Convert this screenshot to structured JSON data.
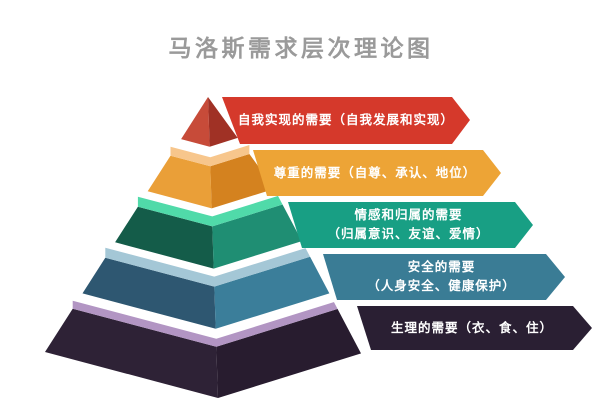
{
  "title": {
    "text": "马洛斯需求层次理论图",
    "color": "#9a9a9a"
  },
  "levels": [
    {
      "rank": 1,
      "banner": {
        "line1": "自我实现的需要（自我发展和实现）",
        "line2": "",
        "color": "#D5392B",
        "text_color": "#FFFFFF"
      },
      "pyramid": {
        "face_left": "#C74B39",
        "face_right": "#A03125",
        "rim": null
      }
    },
    {
      "rank": 2,
      "banner": {
        "line1": "尊重的需要（自尊、承认、地位）",
        "line2": "",
        "color": "#EDA436",
        "text_color": "#FFFFFF"
      },
      "pyramid": {
        "face_left": "#EA9F38",
        "face_right": "#D4821F",
        "rim": "#F7C68C"
      }
    },
    {
      "rank": 3,
      "banner": {
        "line1": "情感和归属的需要",
        "line2": "（归属意识、友谊、爱情）",
        "color": "#189F84",
        "text_color": "#FFFFFF"
      },
      "pyramid": {
        "face_left": "#145C49",
        "face_right": "#1F8E73",
        "rim": "#50DAA9"
      }
    },
    {
      "rank": 4,
      "banner": {
        "line1": "安全的需要",
        "line2": "（人身安全、健康保护）",
        "color": "#3A7C95",
        "text_color": "#FFFFFF"
      },
      "pyramid": {
        "face_left": "#2E5771",
        "face_right": "#3B7E9A",
        "rim": "#A4C7D6"
      }
    },
    {
      "rank": 5,
      "banner": {
        "line1": "生理的需要（衣、食、住）",
        "line2": "",
        "color": "#2A1F33",
        "text_color": "#FFFFFF"
      },
      "pyramid": {
        "face_left": "#2E2236",
        "face_right": "#281C2F",
        "rim": "#B295C3"
      }
    }
  ]
}
